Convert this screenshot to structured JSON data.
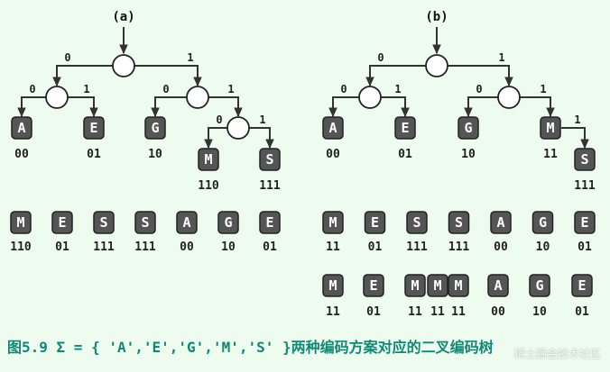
{
  "panels": [
    {
      "label": "(a)",
      "tree": {
        "edges": [
          {
            "bit": "0",
            "from": "a_root",
            "to": "a_n0"
          },
          {
            "bit": "1",
            "from": "a_root",
            "to": "a_n1"
          },
          {
            "bit": "0",
            "from": "a_n0",
            "to": "a_A"
          },
          {
            "bit": "1",
            "from": "a_n0",
            "to": "a_E"
          },
          {
            "bit": "0",
            "from": "a_n1",
            "to": "a_G"
          },
          {
            "bit": "1",
            "from": "a_n1",
            "to": "a_n11"
          },
          {
            "bit": "0",
            "from": "a_n11",
            "to": "a_M"
          },
          {
            "bit": "1",
            "from": "a_n11",
            "to": "a_S"
          }
        ],
        "leaves": [
          {
            "id": "a_A",
            "symbol": "A",
            "code": "00"
          },
          {
            "id": "a_E",
            "symbol": "E",
            "code": "01"
          },
          {
            "id": "a_G",
            "symbol": "G",
            "code": "10"
          },
          {
            "id": "a_M",
            "symbol": "M",
            "code": "110"
          },
          {
            "id": "a_S",
            "symbol": "S",
            "code": "111"
          }
        ]
      },
      "message": [
        {
          "symbol": "M",
          "code": "110"
        },
        {
          "symbol": "E",
          "code": "01"
        },
        {
          "symbol": "S",
          "code": "111"
        },
        {
          "symbol": "S",
          "code": "111"
        },
        {
          "symbol": "A",
          "code": "00"
        },
        {
          "symbol": "G",
          "code": "10"
        },
        {
          "symbol": "E",
          "code": "01"
        }
      ]
    },
    {
      "label": "(b)",
      "tree": {
        "edges": [
          {
            "bit": "0",
            "from": "b_root",
            "to": "b_n0"
          },
          {
            "bit": "1",
            "from": "b_root",
            "to": "b_n1"
          },
          {
            "bit": "0",
            "from": "b_n0",
            "to": "b_A"
          },
          {
            "bit": "1",
            "from": "b_n0",
            "to": "b_E"
          },
          {
            "bit": "0",
            "from": "b_n1",
            "to": "b_G"
          },
          {
            "bit": "1",
            "from": "b_n1",
            "to": "b_M"
          },
          {
            "bit": "1",
            "from": "b_M",
            "to": "b_S"
          }
        ],
        "leaves": [
          {
            "id": "b_A",
            "symbol": "A",
            "code": "00"
          },
          {
            "id": "b_E",
            "symbol": "E",
            "code": "01"
          },
          {
            "id": "b_G",
            "symbol": "G",
            "code": "10"
          },
          {
            "id": "b_M",
            "symbol": "M",
            "code": "11"
          },
          {
            "id": "b_S",
            "symbol": "S",
            "code": "111"
          }
        ]
      },
      "message": [
        {
          "symbol": "M",
          "code": "11"
        },
        {
          "symbol": "E",
          "code": "01"
        },
        {
          "symbol": "S",
          "code": "111"
        },
        {
          "symbol": "S",
          "code": "111"
        },
        {
          "symbol": "A",
          "code": "00"
        },
        {
          "symbol": "G",
          "code": "10"
        },
        {
          "symbol": "E",
          "code": "01"
        }
      ],
      "decoded": [
        {
          "symbol": "M",
          "code": "11"
        },
        {
          "symbol": "E",
          "code": "01"
        },
        {
          "symbol": "M",
          "code": "11"
        },
        {
          "symbol": "M",
          "code": "11"
        },
        {
          "symbol": "M",
          "code": "11"
        },
        {
          "symbol": "A",
          "code": "00"
        },
        {
          "symbol": "G",
          "code": "10"
        },
        {
          "symbol": "E",
          "code": "01"
        }
      ]
    }
  ],
  "caption": {
    "prefix": "图5.9",
    "formula": " Σ = { 'A','E','G','M','S' }",
    "text": "两种编码方案对应的二叉编码树"
  },
  "watermark": "稀土掘金技术社区",
  "colors": {
    "background": "#eefbef",
    "leaf_fill": "#555555",
    "leaf_text": "#ffffff",
    "line": "#333333",
    "caption": "#0d8a73"
  }
}
